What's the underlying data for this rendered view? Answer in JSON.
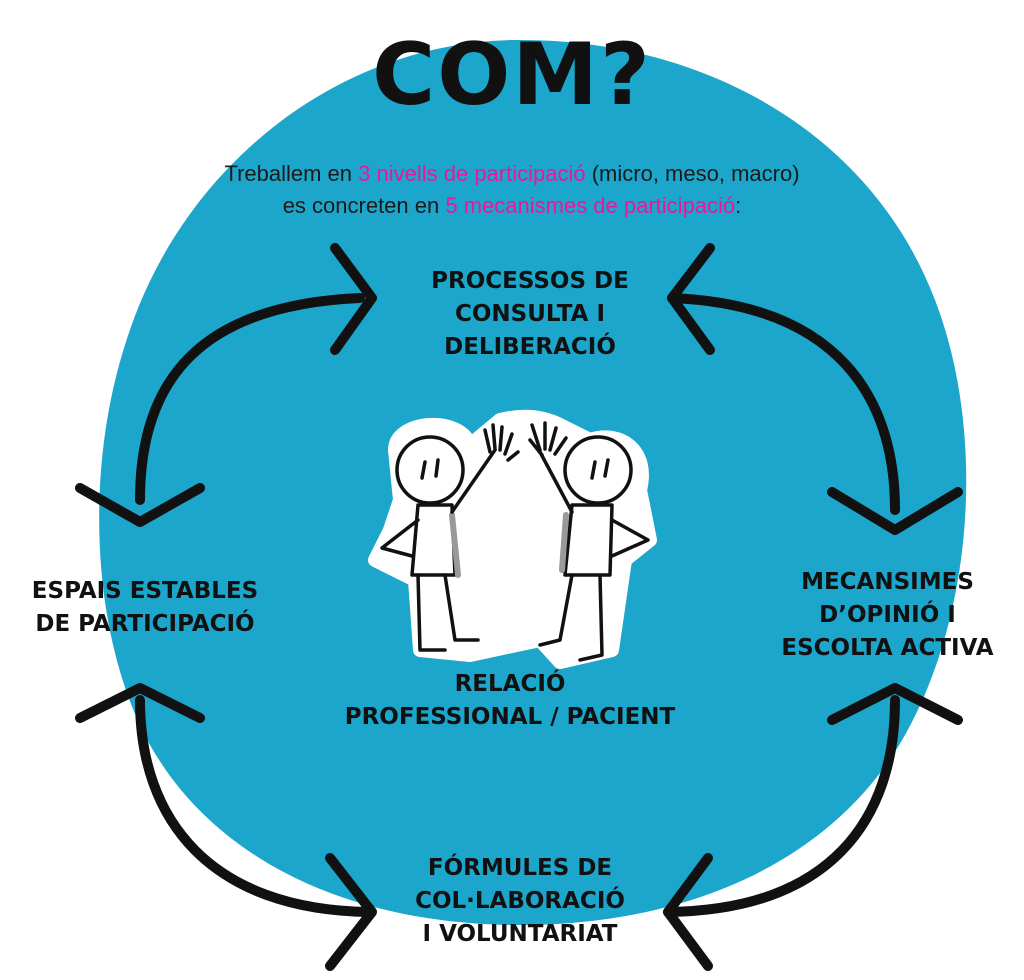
{
  "title": "COM?",
  "intro": {
    "line1_before": "Treballem en ",
    "line1_highlight": "3 nivells de participació",
    "line1_after": " (micro, meso, macro)",
    "line2_before": "es concreten en ",
    "line2_highlight": "5 mecanismes de participació",
    "line2_after": ":"
  },
  "nodes": {
    "top": [
      "PROCESSOS DE",
      "CONSULTA I",
      "DELIBERACIÓ"
    ],
    "left": [
      "ESPAIS ESTABLES",
      "DE PARTICIPACIÓ"
    ],
    "right": [
      "MECANSIMES",
      "D’OPINIÓ I",
      "ESCOLTA ACTIVA"
    ],
    "center": [
      "RELACIÓ",
      "PROFESSIONAL / PACIENT"
    ],
    "bottom": [
      "FÓRMULES DE",
      "COL·LABORACIÓ",
      "I VOLUNTARIAT"
    ]
  },
  "colors": {
    "circle": "#1ca6cb",
    "highlight": "#e8179e",
    "arrows": "#111111",
    "text": "#111111"
  },
  "icons": {
    "figures": "high-five-figures-icon"
  }
}
